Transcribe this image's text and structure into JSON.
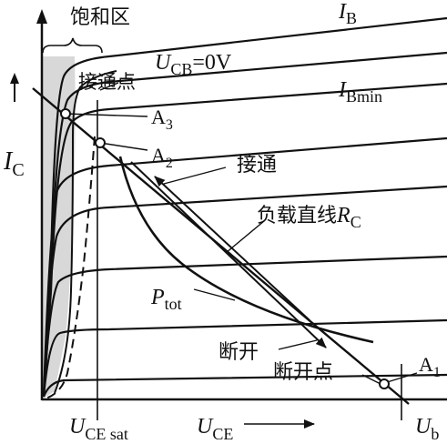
{
  "labels": {
    "saturation_region": "饱和区",
    "ib": {
      "main": "I",
      "sub": "B"
    },
    "ucb": {
      "main": "U",
      "sub": "CB",
      "tail": "=0V"
    },
    "turn_on_point": "接通点",
    "a3": {
      "main": "A",
      "sub": "3"
    },
    "ibmin": {
      "main": "I",
      "sub": "Bmin"
    },
    "a2": {
      "main": "A",
      "sub": "2"
    },
    "ic": {
      "main": "I",
      "sub": "C"
    },
    "turn_on": "接通",
    "load_line": {
      "text": "负载直线",
      "main": "R",
      "sub": "C"
    },
    "ptot": {
      "main": "P",
      "sub": "tot"
    },
    "turn_off": "断开",
    "turn_off_point": "断开点",
    "a1": {
      "main": "A",
      "sub": "1"
    },
    "ucesat": {
      "main": "U",
      "sub": "CE sat"
    },
    "uce": {
      "main": "U",
      "sub": "CE"
    },
    "ub": {
      "main": "U",
      "sub": "b"
    }
  },
  "colors": {
    "line": "#111111",
    "shade": "#d8d8d8",
    "background": "#ffffff"
  }
}
